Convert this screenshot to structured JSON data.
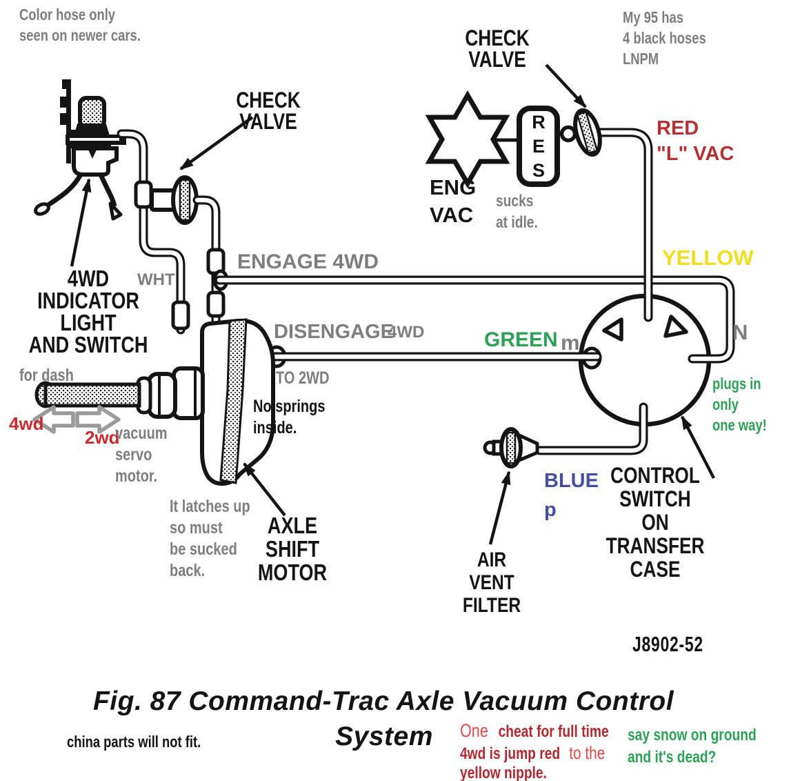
{
  "colors": {
    "gray_note": "#7e7e7e",
    "red_label": "#b43136",
    "red_small": "#cd2a30",
    "yellow_label": "#f2de20",
    "green_label": "#2da155",
    "blue_label": "#454ea0",
    "dark_red_note": "#b2282e",
    "light_red_note": "#e4484b",
    "line_art": "#141414"
  },
  "icons": {
    "eng_vac_star": "six-pointed-star-outline",
    "check_valves": "cone-with-stippled-band",
    "air_vent_filter": "cone-with-stippled-band",
    "servo_motor": "dome-canister",
    "control_switch": "circle-with-four-nipples",
    "direction_arrows": "outlined-left-right-arrows"
  },
  "notes": {
    "color_hose": "Color hose only\nseen on newer cars.",
    "my95": "My 95 has\n4 black hoses\nLNPM",
    "sucks": "sucks\nat idle.",
    "for_dash": "for dash",
    "vacuum_servo": "vacuum\nservo\nmotor.",
    "no_springs": "No springs\ninside.",
    "latches": "It latches up\nso must\nbe sucked\nback.",
    "plugs": "plugs in only\none way!",
    "china": "china parts will not fit."
  },
  "labels": {
    "check_valve_left": "CHECK\nVALVE",
    "check_valve_right": "CHECK\nVALVE",
    "eng_vac": "ENG\nVAC",
    "res": "R\nE\nS",
    "red_l_vac": "RED\n\"L\" VAC",
    "yellow": "YELLOW",
    "engage": "ENGAGE 4WD",
    "wht": "WHT",
    "indicator": "4WD\nINDICATOR\nLIGHT\nAND SWITCH",
    "disengage": "DISENGAGE",
    "disengage_4wd": "4WD",
    "green": "GREEN",
    "m": "m",
    "n": "N",
    "to_2wd": "TO 2WD",
    "fwd": "4wd",
    "twd": "2wd",
    "axle": "AXLE\nSHIFT\nMOTOR",
    "blue": "BLUE\np",
    "control": "CONTROL\nSWITCH\nON\nTRANSFER\nCASE",
    "air_vent": "AIR\nVENT\nFILTER",
    "part_no": "J8902-52"
  },
  "caption": {
    "line1": "Fig. 87 Command-Trac Axle Vacuum Control",
    "line2": "System"
  },
  "red_note": {
    "one": "One",
    "l1": "cheat for full time",
    "l2a": "4wd is jump red",
    "l2b": "to the",
    "l3": "yellow nipple."
  },
  "green_note": {
    "text": "say snow on ground\nand it's dead?"
  }
}
